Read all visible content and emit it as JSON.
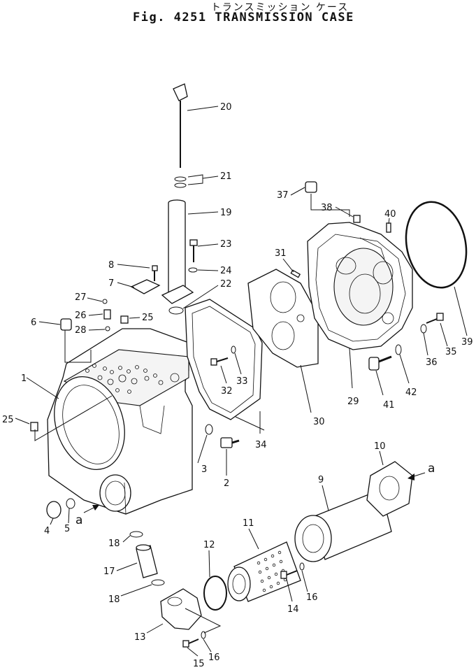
{
  "header": {
    "title_jp": "トランスミッション ケース",
    "title_en": "Fig. 4251 TRANSMISSION CASE"
  },
  "callouts": [
    {
      "id": "c1",
      "text": "1"
    },
    {
      "id": "c2",
      "text": "2"
    },
    {
      "id": "c3",
      "text": "3"
    },
    {
      "id": "c4",
      "text": "4"
    },
    {
      "id": "c5",
      "text": "5"
    },
    {
      "id": "c6",
      "text": "6"
    },
    {
      "id": "c7",
      "text": "7"
    },
    {
      "id": "c8",
      "text": "8"
    },
    {
      "id": "c9",
      "text": "9"
    },
    {
      "id": "c10",
      "text": "10"
    },
    {
      "id": "c11",
      "text": "11"
    },
    {
      "id": "c12",
      "text": "12"
    },
    {
      "id": "c13",
      "text": "13"
    },
    {
      "id": "c14",
      "text": "14"
    },
    {
      "id": "c15",
      "text": "15"
    },
    {
      "id": "c16a",
      "text": "16"
    },
    {
      "id": "c16b",
      "text": "16"
    },
    {
      "id": "c17",
      "text": "17"
    },
    {
      "id": "c18a",
      "text": "18"
    },
    {
      "id": "c18b",
      "text": "18"
    },
    {
      "id": "c19",
      "text": "19"
    },
    {
      "id": "c20",
      "text": "20"
    },
    {
      "id": "c21",
      "text": "21"
    },
    {
      "id": "c22",
      "text": "22"
    },
    {
      "id": "c23",
      "text": "23"
    },
    {
      "id": "c24",
      "text": "24"
    },
    {
      "id": "c25a",
      "text": "25"
    },
    {
      "id": "c25b",
      "text": "25"
    },
    {
      "id": "c26",
      "text": "26"
    },
    {
      "id": "c27",
      "text": "27"
    },
    {
      "id": "c28",
      "text": "28"
    },
    {
      "id": "c29",
      "text": "29"
    },
    {
      "id": "c30",
      "text": "30"
    },
    {
      "id": "c31",
      "text": "31"
    },
    {
      "id": "c32",
      "text": "32"
    },
    {
      "id": "c33",
      "text": "33"
    },
    {
      "id": "c34",
      "text": "34"
    },
    {
      "id": "c35",
      "text": "35"
    },
    {
      "id": "c36",
      "text": "36"
    },
    {
      "id": "c37",
      "text": "37"
    },
    {
      "id": "c38",
      "text": "38"
    },
    {
      "id": "c39",
      "text": "39"
    },
    {
      "id": "c40",
      "text": "40"
    },
    {
      "id": "c41",
      "text": "41"
    },
    {
      "id": "c42",
      "text": "42"
    },
    {
      "id": "ca1",
      "text": "a"
    },
    {
      "id": "ca2",
      "text": "a"
    }
  ]
}
